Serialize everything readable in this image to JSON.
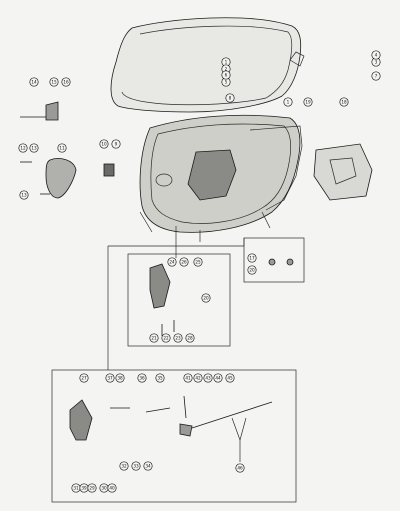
{
  "diagram": {
    "callouts": [
      {
        "id": "c-cowl-top-1",
        "label": "1"
      },
      {
        "id": "c-cowl-top-2",
        "label": "2"
      },
      {
        "id": "c-cowl-top-3",
        "label": "3"
      },
      {
        "id": "c-cowl-top-4",
        "label": "4"
      },
      {
        "id": "c-cowl-top-5",
        "label": "5"
      },
      {
        "id": "c-cowl-top-6",
        "label": "6"
      },
      {
        "id": "c-cowl-top-7",
        "label": "7"
      },
      {
        "id": "c-cowl-top-8",
        "label": "8"
      },
      {
        "id": "c-lever-a",
        "label": "14"
      },
      {
        "id": "c-lever-b",
        "label": "15"
      },
      {
        "id": "c-lever-c",
        "label": "16"
      },
      {
        "id": "c-screw-a",
        "label": "12"
      },
      {
        "id": "c-screw-b",
        "label": "13"
      },
      {
        "id": "c-bracket",
        "label": "11"
      },
      {
        "id": "c-screw-c",
        "label": "13"
      },
      {
        "id": "c-clip-a",
        "label": "10"
      },
      {
        "id": "c-clip-b",
        "label": "9"
      },
      {
        "id": "c-pan",
        "label": "1"
      },
      {
        "id": "c-pan-screw",
        "label": "19"
      },
      {
        "id": "c-gasket",
        "label": "18"
      },
      {
        "id": "c-mid-a",
        "label": "24"
      },
      {
        "id": "c-mid-b",
        "label": "26"
      },
      {
        "id": "c-mid-c",
        "label": "25"
      },
      {
        "id": "c-mid-d",
        "label": "20"
      },
      {
        "id": "c-mid-e",
        "label": "21"
      },
      {
        "id": "c-mid-f",
        "label": "22"
      },
      {
        "id": "c-mid-g",
        "label": "23"
      },
      {
        "id": "c-mid-h",
        "label": "28"
      },
      {
        "id": "c-right-a",
        "label": "17"
      },
      {
        "id": "c-right-b",
        "label": "20"
      },
      {
        "id": "c-low-a",
        "label": "27"
      },
      {
        "id": "c-low-b",
        "label": "37"
      },
      {
        "id": "c-low-c",
        "label": "38"
      },
      {
        "id": "c-low-d",
        "label": "36"
      },
      {
        "id": "c-low-e",
        "label": "35"
      },
      {
        "id": "c-low-f",
        "label": "41"
      },
      {
        "id": "c-low-g",
        "label": "42"
      },
      {
        "id": "c-low-h",
        "label": "43"
      },
      {
        "id": "c-low-i",
        "label": "44"
      },
      {
        "id": "c-low-j",
        "label": "45"
      },
      {
        "id": "c-low-k",
        "label": "32"
      },
      {
        "id": "c-low-l",
        "label": "33"
      },
      {
        "id": "c-low-m",
        "label": "34"
      },
      {
        "id": "c-low-n",
        "label": "31"
      },
      {
        "id": "c-low-o",
        "label": "39"
      },
      {
        "id": "c-low-p",
        "label": "29"
      },
      {
        "id": "c-low-q",
        "label": "30"
      },
      {
        "id": "c-low-r",
        "label": "40"
      },
      {
        "id": "c-low-s",
        "label": "46"
      }
    ]
  }
}
